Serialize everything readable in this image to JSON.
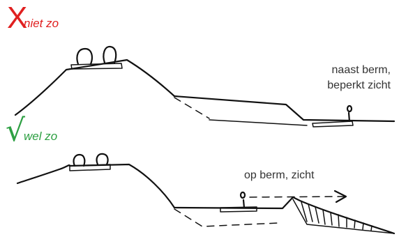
{
  "wrong": {
    "mark": "X",
    "label": "niet zo",
    "note_lines": [
      "naast berm,",
      "beperkt zicht"
    ],
    "color": "#e02020"
  },
  "right": {
    "mark": "√",
    "label": "wel zo",
    "note": "op berm, zicht",
    "color": "#2ea043"
  }
}
